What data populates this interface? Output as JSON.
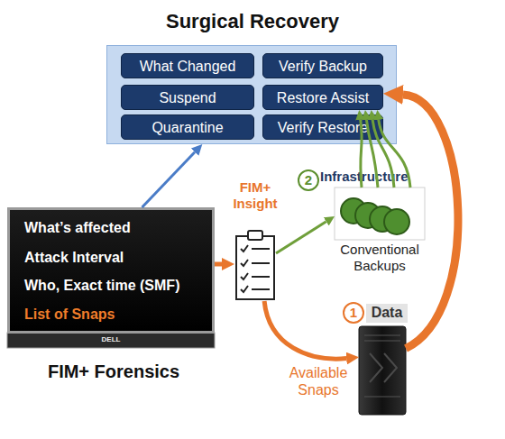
{
  "diagram": {
    "nodes": [
      {
        "text": [
          "Surgical Recovery"
        ]
      },
      {
        "text": [
          "What Changed"
        ],
        "in": 0
      },
      {
        "text": [
          "Verify Backup"
        ],
        "in": 0
      },
      {
        "text": [
          "Suspend"
        ],
        "in": 0
      },
      {
        "text": [
          "Restore Assist"
        ],
        "in": 0
      },
      {
        "text": [
          "Quarantine"
        ],
        "in": 0
      },
      {
        "text": [
          "Verify Restore"
        ],
        "in": 0
      },
      {
        "text": [
          "What’s affected",
          "Attack Interval",
          "Who, Exact time (SMF)",
          "List of Snaps",
          "FIM+ Forensics"
        ]
      },
      {
        "text": [
          "FIM+ Insight"
        ]
      },
      {
        "text": [
          "Infrastructure",
          "Conventional Backups"
        ]
      },
      {
        "text": [
          "Data",
          "Available Snaps"
        ]
      }
    ],
    "edges": [
      {
        "from": 7,
        "to": 0,
        "arrow": "to"
      },
      {
        "from": 7,
        "to": 8,
        "arrow": "to"
      },
      {
        "from": 8,
        "to": 9,
        "arrow": "to"
      },
      {
        "from": 8,
        "to": 10,
        "arrow": "to"
      },
      {
        "from": 9,
        "to": 4,
        "arrow": "to"
      },
      {
        "from": 10,
        "to": 4,
        "arrow": "to"
      }
    ],
    "labels": [
      "2",
      "1",
      "DELL"
    ]
  }
}
